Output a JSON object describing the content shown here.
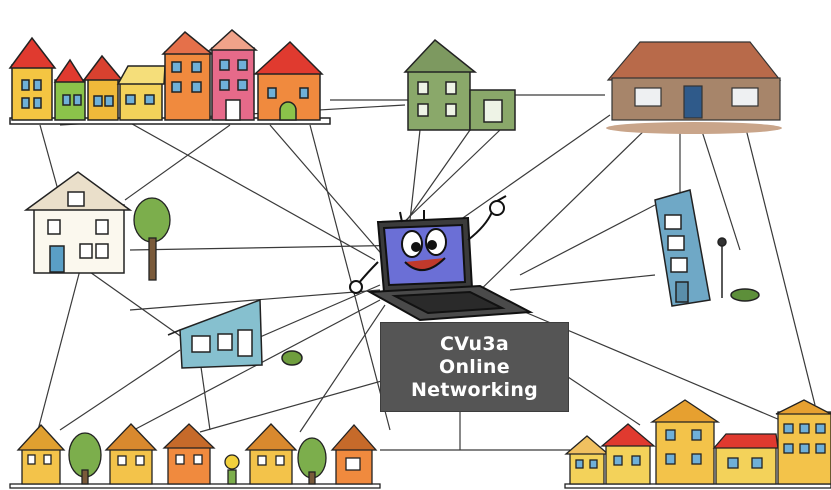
{
  "caption": {
    "line1": "CVu3a",
    "line2": "Online",
    "line3": "Networking"
  },
  "icons": {
    "center": "laptop-mascot-icon",
    "houses": [
      "row-houses-top-left-icon",
      "green-house-icon",
      "stone-cottage-icon",
      "white-house-icon",
      "tree-icon",
      "tall-apartment-icon",
      "street-lamp-icon",
      "modern-house-icon",
      "row-houses-bottom-left-icon",
      "row-houses-bottom-right-icon"
    ]
  },
  "colors": {
    "caption_bg": "#555555",
    "caption_text": "#ffffff",
    "laptop_screen": "#6b6fd6",
    "line": "#333333"
  }
}
